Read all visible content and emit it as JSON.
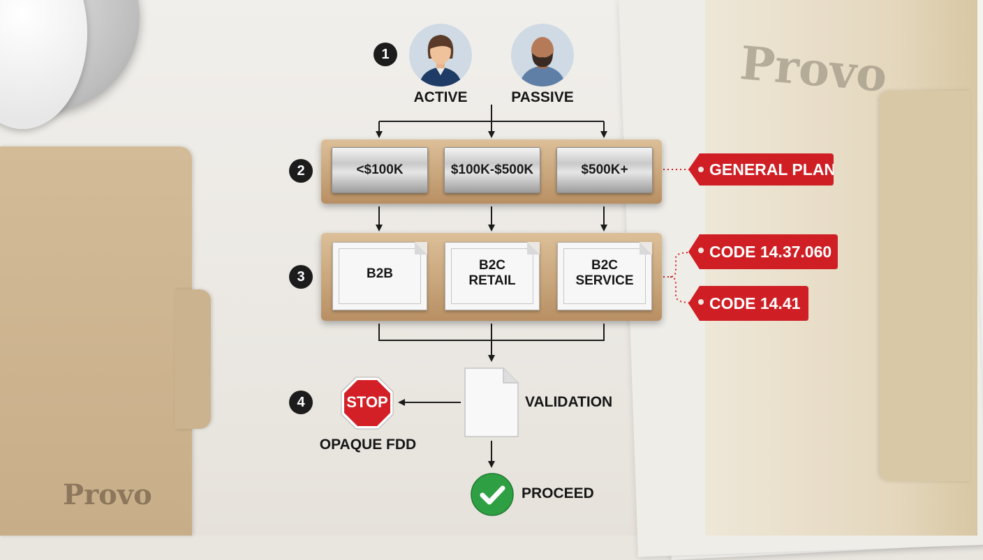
{
  "background": {
    "folder_brand_right": "Provo",
    "folder_brand_left": "Provo"
  },
  "steps": [
    "1",
    "2",
    "3",
    "4"
  ],
  "step1": {
    "roles": [
      {
        "label": "ACTIVE",
        "icon": "woman-avatar-icon"
      },
      {
        "label": "PASSIVE",
        "icon": "man-avatar-icon"
      }
    ]
  },
  "step2": {
    "tiers": [
      "<$100K",
      "$100K-$500K",
      "$500K+"
    ],
    "tag": "GENERAL PLAN"
  },
  "step3": {
    "docs": [
      {
        "line1": "B2B",
        "line2": ""
      },
      {
        "line1": "B2C",
        "line2": "RETAIL"
      },
      {
        "line1": "B2C",
        "line2": "SERVICE"
      }
    ],
    "tags": [
      "CODE 14.37.060",
      "CODE 14.41"
    ]
  },
  "step4": {
    "validation": "VALIDATION",
    "stop_sign": "STOP",
    "stop_label": "OPAQUE FDD",
    "proceed_label": "PROCEED"
  },
  "colors": {
    "tag_red": "#cf1f24",
    "stop_red": "#d31f26",
    "proceed_green": "#2ea043",
    "badge_black": "#1c1c1c"
  }
}
